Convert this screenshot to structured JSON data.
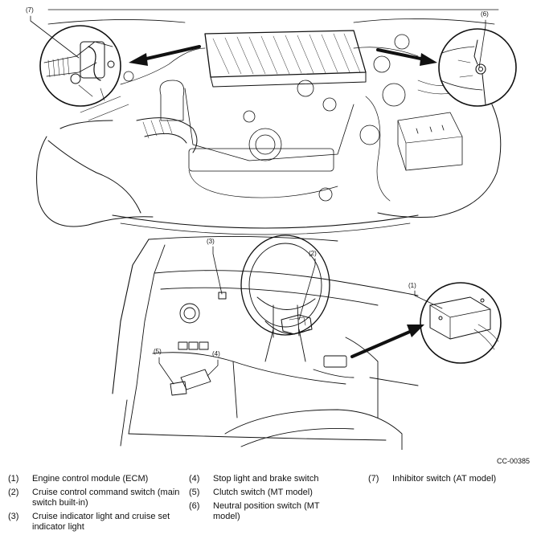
{
  "callouts": {
    "c1": "(1)",
    "c2": "(2)",
    "c3": "(3)",
    "c4": "(4)",
    "c5": "(5)",
    "c6": "(6)",
    "c7": "(7)"
  },
  "figure_code": "CC-00385",
  "legend": [
    {
      "num": "(1)",
      "text": "Engine control module (ECM)"
    },
    {
      "num": "(2)",
      "text": "Cruise control command switch (main switch built-in)"
    },
    {
      "num": "(3)",
      "text": "Cruise indicator light and cruise set indicator light"
    },
    {
      "num": "(4)",
      "text": "Stop light and brake switch"
    },
    {
      "num": "(5)",
      "text": "Clutch switch (MT model)"
    },
    {
      "num": "(6)",
      "text": "Neutral position switch (MT model)"
    },
    {
      "num": "(7)",
      "text": "Inhibitor switch (AT model)"
    }
  ]
}
